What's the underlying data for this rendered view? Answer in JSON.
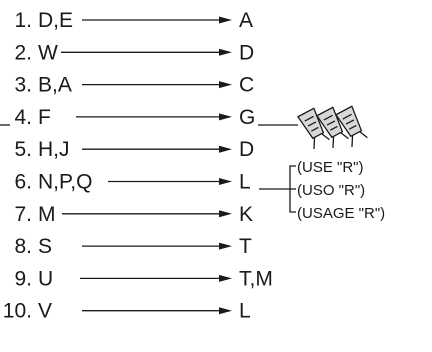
{
  "rows": [
    {
      "number": "1.",
      "source": "D,E",
      "target": "A"
    },
    {
      "number": "2.",
      "source": "W",
      "target": "D"
    },
    {
      "number": "3.",
      "source": "B,A",
      "target": "C"
    },
    {
      "number": "4.",
      "source": "F",
      "target": "G"
    },
    {
      "number": "5.",
      "source": "H,J",
      "target": "D"
    },
    {
      "number": "6.",
      "source": "N,P,Q",
      "target": "L"
    },
    {
      "number": "7.",
      "source": "M",
      "target": "K"
    },
    {
      "number": "8.",
      "source": "S",
      "target": "T"
    },
    {
      "number": "9.",
      "source": "U",
      "target": "T,M"
    },
    {
      "number": "10.",
      "source": "V",
      "target": "L"
    }
  ],
  "notes": [
    "(USE \"R\")",
    "(USO \"R\")",
    "(USAGE \"R\")"
  ],
  "connector_icon": "wire-nut-connectors-icon",
  "colors": {
    "ink": "#1a1a1a",
    "connector_fill": "#d8d8d8"
  }
}
